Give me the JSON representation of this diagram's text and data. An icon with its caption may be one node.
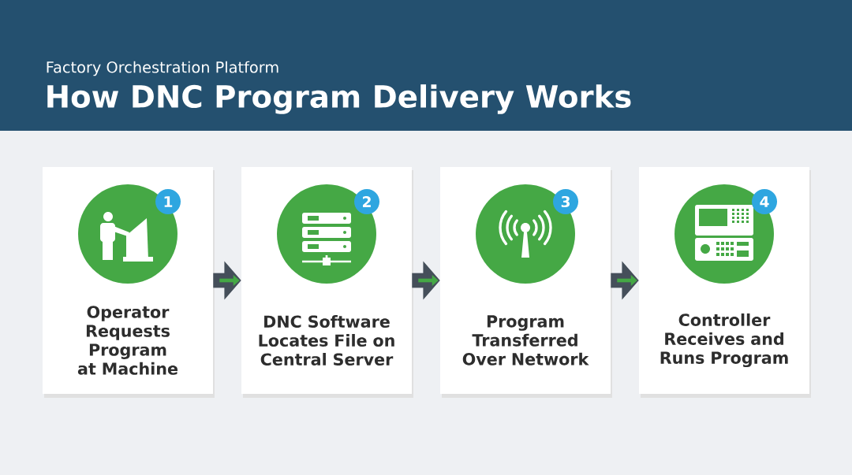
{
  "diagram": {
    "title": "How DNC Program Delivery Works",
    "nodes": [
      {
        "text": [
          "Operator Requests Program at Machine"
        ]
      },
      {
        "text": [
          "1"
        ],
        "in": 0
      },
      {
        "text": [
          "DNC Software Locates File on Central Server"
        ]
      },
      {
        "text": [
          "2"
        ],
        "in": 2
      },
      {
        "text": [
          "Program Transferred Over Network"
        ]
      },
      {
        "text": [
          "3"
        ],
        "in": 4
      },
      {
        "text": [
          "Controller Receives and Runs Program"
        ]
      },
      {
        "text": [
          "4"
        ],
        "in": 6
      }
    ],
    "edges": [
      {
        "from": 0,
        "to": 2,
        "arrow": "to"
      },
      {
        "from": 2,
        "to": 4,
        "arrow": "to"
      },
      {
        "from": 4,
        "to": 6,
        "arrow": "to"
      }
    ],
    "labels": [
      "Factory Orchestration Platform"
    ]
  }
}
